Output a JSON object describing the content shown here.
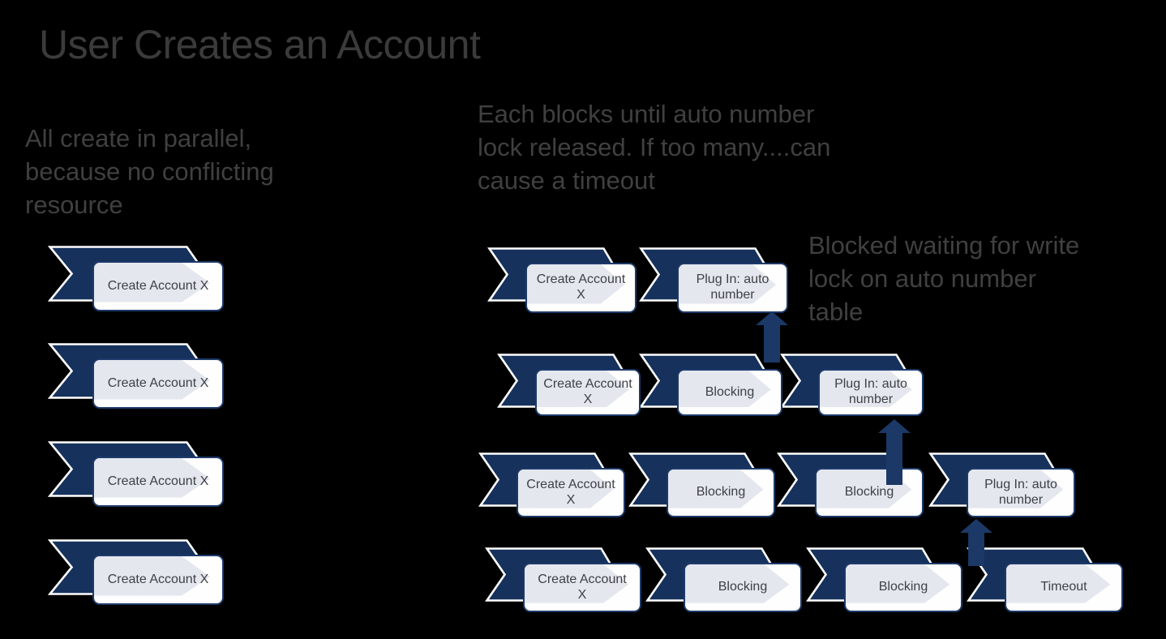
{
  "slide": {
    "title": "User Creates an Account",
    "background_color": "#000000"
  },
  "annotations": {
    "left_note": "All create in parallel,\nbecause no conflicting\nresource",
    "top_note": "Each blocks until auto number\nlock released. If too many....can\ncause a timeout",
    "right_note": "Blocked waiting for write\nlock on auto number\ntable"
  },
  "colors": {
    "background": "#000000",
    "chevron_navy": "#16315c",
    "chevron_outline": "#ffffff",
    "box_border": "#1d3a6a",
    "box_fill": "#fefefe",
    "box_watermark": "#e4e7ee",
    "arrow_navy": "#1c3866",
    "title_text": "#3b3b3b",
    "note_text": "#404040",
    "label_text": "#3e4145"
  },
  "diagram": {
    "left_column": {
      "units": [
        "Create Account X",
        "Create Account X",
        "Create Account X",
        "Create Account X"
      ]
    },
    "right_rows": [
      [
        "Create Account X",
        "Plug In: auto number"
      ],
      [
        "Create Account X",
        "Blocking",
        "Plug In: auto number"
      ],
      [
        "Create Account X",
        "Blocking",
        "Blocking",
        "Plug In: auto number"
      ],
      [
        "Create Account X",
        "Blocking",
        "Blocking",
        "Timeout"
      ]
    ],
    "arrows": [
      {
        "name": "arrow-row2-to-row1-plugin",
        "direction": "up"
      },
      {
        "name": "arrow-row3-to-row2-plugin",
        "direction": "up"
      },
      {
        "name": "arrow-row4-to-row3-plugin",
        "direction": "up"
      }
    ]
  }
}
